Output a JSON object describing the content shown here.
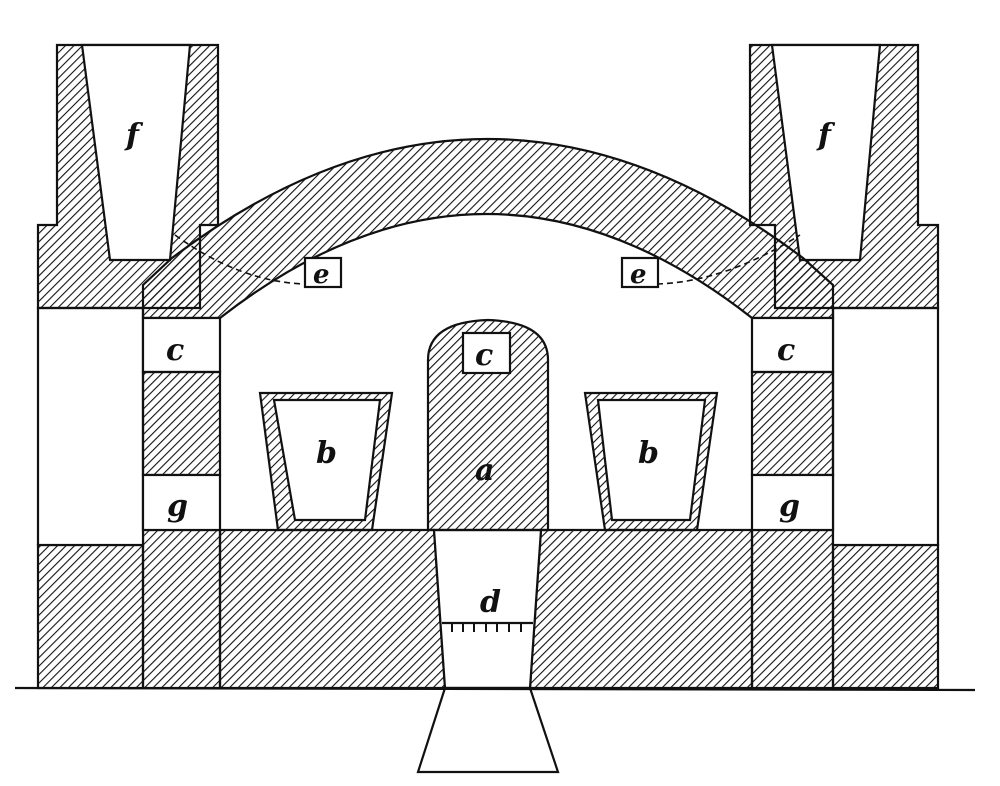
{
  "diagram": {
    "labels": {
      "f_left": "f",
      "f_right": "f",
      "e_left": "e",
      "e_right": "e",
      "c_left": "c",
      "c_center": "c",
      "c_right": "c",
      "b_left": "b",
      "b_right": "b",
      "a": "a",
      "g_left": "g",
      "g_right": "g",
      "d": "d"
    },
    "colors": {
      "ink": "#111111",
      "paper": "#ffffff"
    }
  }
}
